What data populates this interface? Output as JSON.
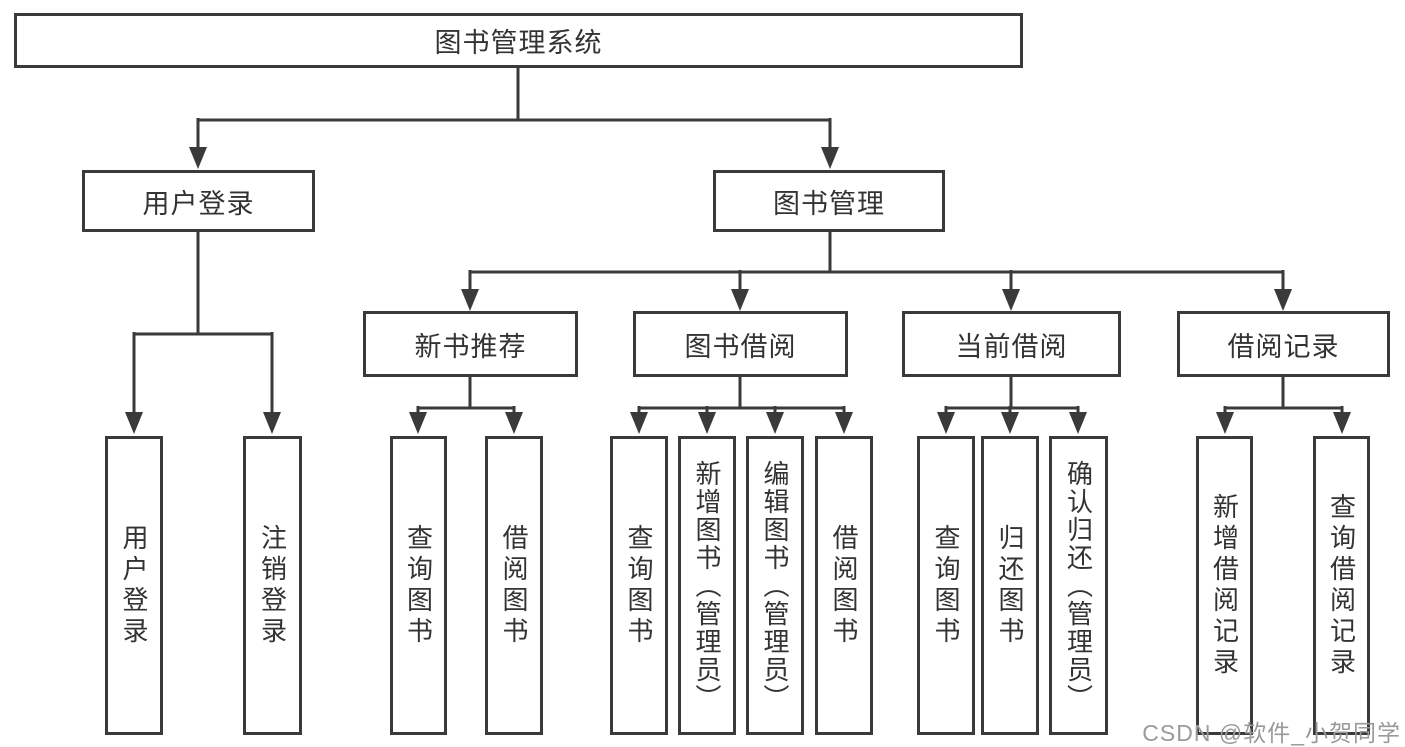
{
  "diagram": {
    "type": "tree-functional-structure",
    "colors": {
      "line": "#3a3a3a",
      "text": "#333333",
      "background": "#ffffff",
      "watermark_text": "#9a9a9a"
    },
    "nodes": {
      "root": "图书管理系统",
      "user_login": "用户登录",
      "book_mgmt": "图书管理",
      "new_books": "新书推荐",
      "book_borrow": "图书借阅",
      "current_borrow": "当前借阅",
      "borrow_records": "借阅记录",
      "leaf_user_login": "用户登录",
      "leaf_logout": "注销登录",
      "nb_query_books": "查询图书",
      "nb_borrow_books": "借阅图书",
      "bb_query_books": "查询图书",
      "bb_add_books": "新增图书（管理员）",
      "bb_edit_books": "编辑图书（管理员）",
      "bb_borrow_books": "借阅图书",
      "cb_query_books": "查询图书",
      "cb_return_books": "归还图书",
      "cb_confirm_return": "确认归还（管理员）",
      "br_add_record": "新增借阅记录",
      "br_query_record": "查询借阅记录"
    },
    "watermark": "CSDN @软件_小贺同学"
  }
}
